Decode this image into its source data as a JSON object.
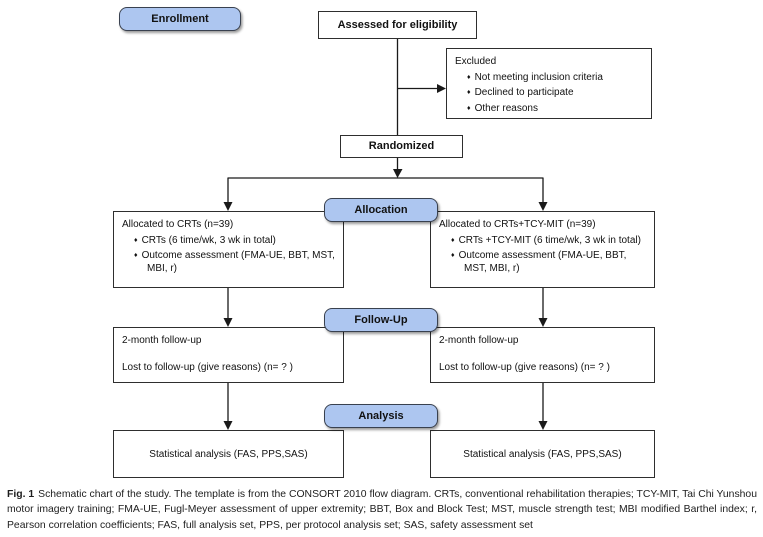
{
  "diagram": {
    "bullet": "♦",
    "stages": {
      "enrollment": "Enrollment",
      "allocation": "Allocation",
      "followup": "Follow-Up",
      "analysis": "Analysis"
    },
    "assessed": "Assessed for eligibility",
    "excluded": {
      "title": "Excluded",
      "items": [
        "Not meeting inclusion criteria",
        "Declined to participate",
        "Other reasons"
      ]
    },
    "randomized": "Randomized",
    "allocation_left": {
      "title": "Allocated to CRTs (n=39)",
      "items": [
        "CRTs (6 time/wk, 3 wk in total)",
        "Outcome assessment (FMA-UE, BBT, MST, MBI, r)"
      ]
    },
    "allocation_right": {
      "title": "Allocated to CRTs+TCY-MIT (n=39)",
      "items": [
        "CRTs +TCY-MIT (6 time/wk, 3 wk in total)",
        "Outcome assessment (FMA-UE, BBT, MST, MBI, r)"
      ]
    },
    "followup_left": {
      "lines": [
        "2-month follow-up",
        "Lost to follow-up (give reasons) (n= ? )"
      ]
    },
    "followup_right": {
      "lines": [
        "2-month follow-up",
        "Lost to follow-up (give reasons) (n= ? )"
      ]
    },
    "analysis_left": "Statistical analysis (FAS, PPS,SAS)",
    "analysis_right": "Statistical analysis (FAS, PPS,SAS)"
  },
  "caption": {
    "label": "Fig. 1",
    "text": "Schematic chart of the study. The template is from the CONSORT 2010 flow diagram. CRTs, conventional rehabilitation therapies; TCY-MIT, Tai Chi Yunshou motor imagery training; FMA-UE, Fugl-Meyer assessment of upper extremity; BBT, Box and Block Test; MST, muscle strength test; MBI modified Barthel index; r, Pearson correlation coefficients; FAS, full analysis set, PPS, per protocol analysis set; SAS, safety assessment set"
  },
  "colors": {
    "label_fill": "#adc6f0",
    "label_border": "#39414f",
    "box_border": "#2e2e2e",
    "line": "#1a1a1a"
  }
}
